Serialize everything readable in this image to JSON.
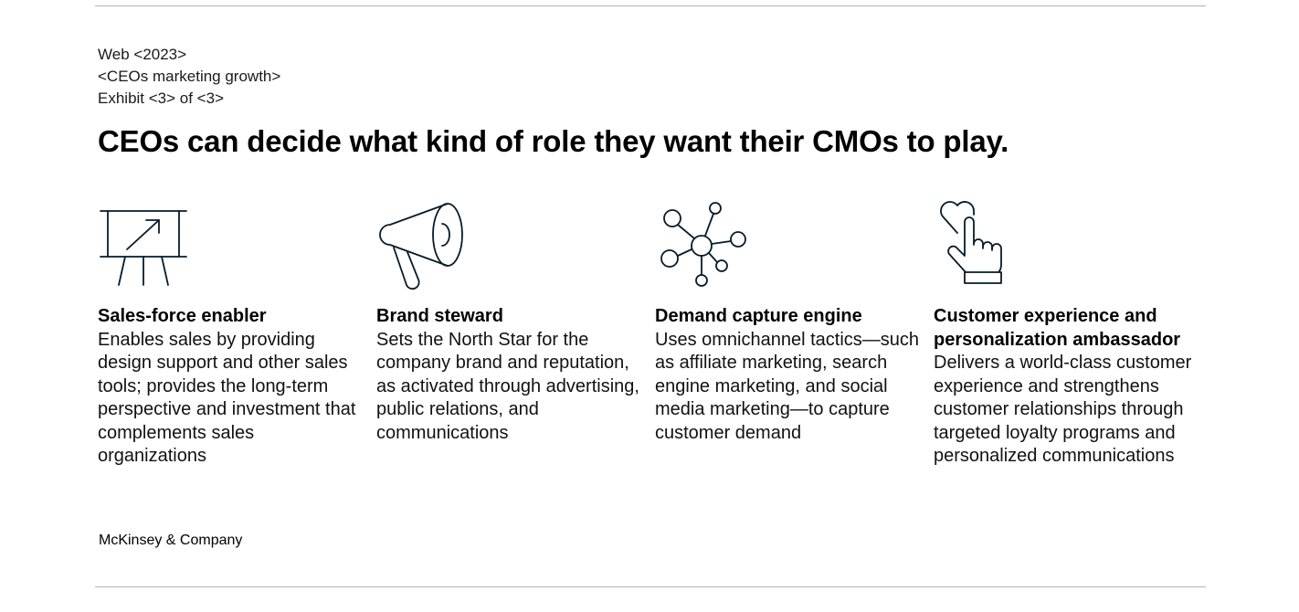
{
  "meta": {
    "line1": "Web <2023>",
    "line2": "<CEOs marketing growth>",
    "line3": "Exhibit <3> of <3>"
  },
  "title": "CEOs can decide what kind of role they want their CMOs to play.",
  "roles": [
    {
      "icon": "presentation-board-icon",
      "heading": "Sales-force enabler",
      "description": "Enables sales by providing design support and other sales tools; provides the long-term perspective and investment that complements sales organizations"
    },
    {
      "icon": "megaphone-icon",
      "heading": "Brand steward",
      "description": "Sets the North Star for the company brand and reputation, as activated through advertising, public relations, and communications"
    },
    {
      "icon": "network-hub-icon",
      "heading": "Demand capture engine",
      "description": "Uses omnichannel tactics—such as affiliate marketing, search engine marketing, and social media marketing—to capture customer demand"
    },
    {
      "icon": "heart-pointer-hand-icon",
      "heading": "Customer experience and personalization ambassador",
      "description": "Delivers a world-class customer experience and strengthens customer relationships through targeted loyalty programs and personalized communications"
    }
  ],
  "footer": {
    "logo": "McKinsey & Company"
  },
  "colors": {
    "text": "#000000",
    "icon_stroke": "#051c2c",
    "rule": "#b3b3b3"
  }
}
